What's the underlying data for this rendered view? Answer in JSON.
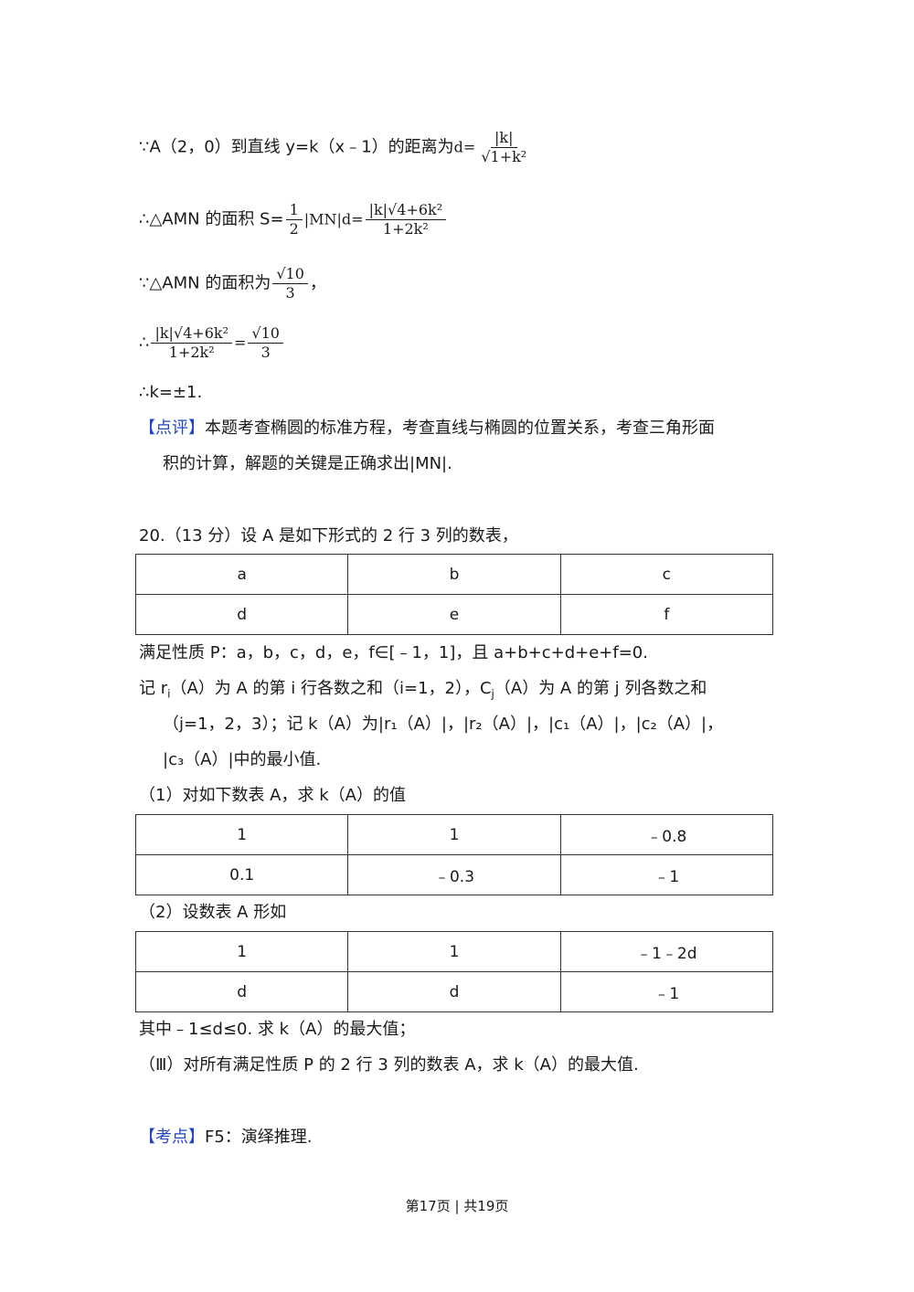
{
  "lines": {
    "l1_text": "∵A（2，0）到直线 y=k（x﹣1）的距离为",
    "l1_d": "d=",
    "l1_num": "|k|",
    "l1_den": "√1+k²",
    "l2_text": "∴△AMN 的面积 S=",
    "l2_half_num": "1",
    "l2_half_den": "2",
    "l2_mid": "|MN|d=",
    "l2_num": "|k|√4+6k²",
    "l2_den": "1+2k²",
    "l3_text": "∵△AMN 的面积为",
    "l3_num": "√10",
    "l3_den": "3",
    "l3_tail": "，",
    "l4_text": "∴",
    "l4_num": "|k|√4+6k²",
    "l4_den": "1+2k²",
    "l4_eq": "=",
    "l4_rnum": "√10",
    "l4_rden": "3",
    "l5_text": "∴k=±1."
  },
  "comment": {
    "tag": "【点评】",
    "text1": "本题考查椭圆的标准方程，考查直线与椭圆的位置关系，考查三角形面",
    "text2": "积的计算，解题的关键是正确求出|MN|."
  },
  "problem20": {
    "header": "20.（13 分）设 A 是如下形式的 2 行 3 列的数表，",
    "table1": [
      [
        "a",
        "b",
        "c"
      ],
      [
        "d",
        "e",
        "f"
      ]
    ],
    "prop": "满足性质 P：a，b，c，d，e，f∈[﹣1，1]，且 a+b+c+d+e+f=0.",
    "def1": "记 r",
    "def1_sub": "i",
    "def1b": "（A）为 A 的第 i 行各数之和（i=1，2），C",
    "def1_sub2": "j",
    "def1c": "（A）为 A 的第 j 列各数之和",
    "def2": "（j=1，2，3）；记 k（A）为|r₁（A）|，|r₂（A）|，|c₁（A）|，|c₂（A）|，",
    "def3": "|c₃（A）|中的最小值.",
    "q1": "（1）对如下数表 A，求 k（A）的值",
    "table2": [
      [
        "1",
        "1",
        "﹣0.8"
      ],
      [
        "0.1",
        "﹣0.3",
        "﹣1"
      ]
    ],
    "q2": "（2）设数表 A 形如",
    "table3": [
      [
        "1",
        "1",
        "﹣1﹣2d"
      ],
      [
        "d",
        "d",
        "﹣1"
      ]
    ],
    "q2_cond": "其中﹣1≤d≤0. 求 k（A）的最大值；",
    "q3": "（Ⅲ）对所有满足性质 P 的 2 行 3 列的数表 A，求 k（A）的最大值."
  },
  "kaodian": {
    "tag": "【考点】",
    "text": "F5：演绎推理."
  },
  "footer": "第17页 | 共19页"
}
